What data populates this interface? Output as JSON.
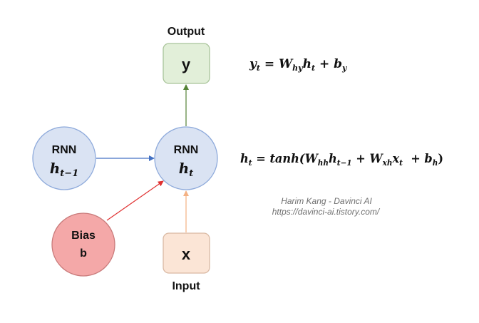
{
  "nodes": {
    "output": {
      "title": "Output",
      "symbol": "y",
      "fill": "#e2efd9",
      "stroke": "#a9c49a"
    },
    "input": {
      "title": "Input",
      "symbol": "x",
      "fill": "#fbe5d6",
      "stroke": "#d9b9a3"
    },
    "rnn_prev": {
      "label": "RNN",
      "symbol": "h",
      "subscript": "t−1",
      "fill": "#dae3f3",
      "stroke": "#8eaadb"
    },
    "rnn_current": {
      "label": "RNN",
      "symbol": "h",
      "subscript": "t",
      "fill": "#dae3f3",
      "stroke": "#8eaadb"
    },
    "bias": {
      "label": "Bias",
      "symbol": "b",
      "fill": "#f4a8a8",
      "stroke": "#c97b7b"
    }
  },
  "edges": {
    "hidden_to_output": {
      "color": "#548235"
    },
    "prev_to_current": {
      "color": "#4472c4"
    },
    "bias_to_current": {
      "color": "#e03030"
    },
    "input_to_hidden": {
      "color": "#f4b183"
    }
  },
  "equations": {
    "output": {
      "y": "y",
      "y_sub": "t",
      "eq": " = ",
      "w": "W",
      "w_sub": "hy",
      "h": "h",
      "h_sub": "t",
      "plus": " + ",
      "b": "b",
      "b_sub": "y"
    },
    "hidden": {
      "h": "h",
      "h_sub": "t",
      "eq": " = ",
      "fn": "tanh(",
      "w1": "W",
      "w1_sub": "hh",
      "h1": "h",
      "h1_sub": "t−1",
      "plus1": " + ",
      "w2": "W",
      "w2_sub": "xh",
      "x": "x",
      "x_sub": "t",
      "plus2": "  + ",
      "b": "b",
      "b_sub": "h",
      "close": ")"
    }
  },
  "credit": {
    "author": "Harim Kang - Davinci AI",
    "url": "https://davinci-ai.tistory.com/"
  }
}
